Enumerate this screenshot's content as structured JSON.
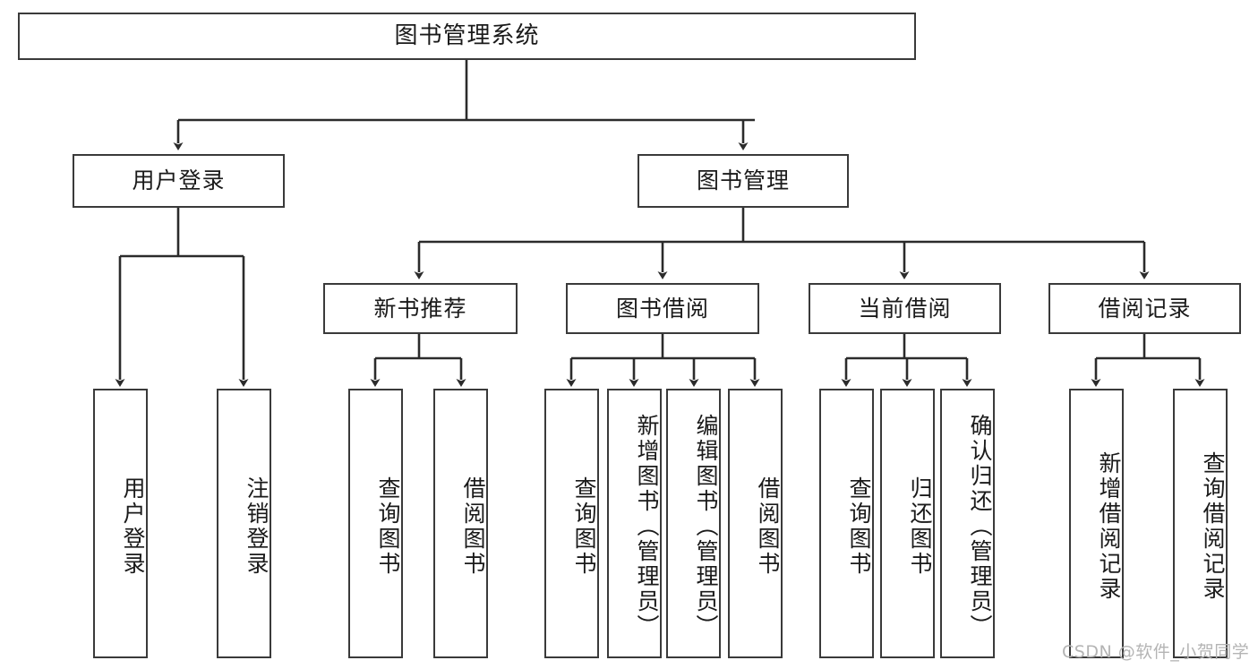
{
  "diagram": {
    "title": "图书管理系统",
    "type": "tree-hierarchy-chart",
    "root": {
      "label": "图书管理系统"
    },
    "level2": [
      {
        "label": "用户登录"
      },
      {
        "label": "图书管理"
      }
    ],
    "level3": [
      {
        "label": "新书推荐"
      },
      {
        "label": "图书借阅"
      },
      {
        "label": "当前借阅"
      },
      {
        "label": "借阅记录"
      }
    ],
    "leaves": {
      "user_login": [
        {
          "label": "用户登录"
        },
        {
          "label": "注销登录"
        }
      ],
      "new_book_recommend": [
        {
          "label": "查询图书"
        },
        {
          "label": "借阅图书"
        }
      ],
      "book_borrow": [
        {
          "label": "查询图书"
        },
        {
          "label": "新增图书（管理员）"
        },
        {
          "label": "编辑图书（管理员）"
        },
        {
          "label": "借阅图书"
        }
      ],
      "current_borrow": [
        {
          "label": "查询图书"
        },
        {
          "label": "归还图书"
        },
        {
          "label": "确认归还（管理员）"
        }
      ],
      "borrow_record": [
        {
          "label": "新增借阅记录"
        },
        {
          "label": "查询借阅记录"
        }
      ]
    }
  },
  "watermark": {
    "text": "CSDN @软件_小贺同学"
  },
  "colors": {
    "stroke": "#3a3a3a",
    "text": "#1a1a1a",
    "background": "#ffffff",
    "watermark": "#b4b4b4"
  }
}
